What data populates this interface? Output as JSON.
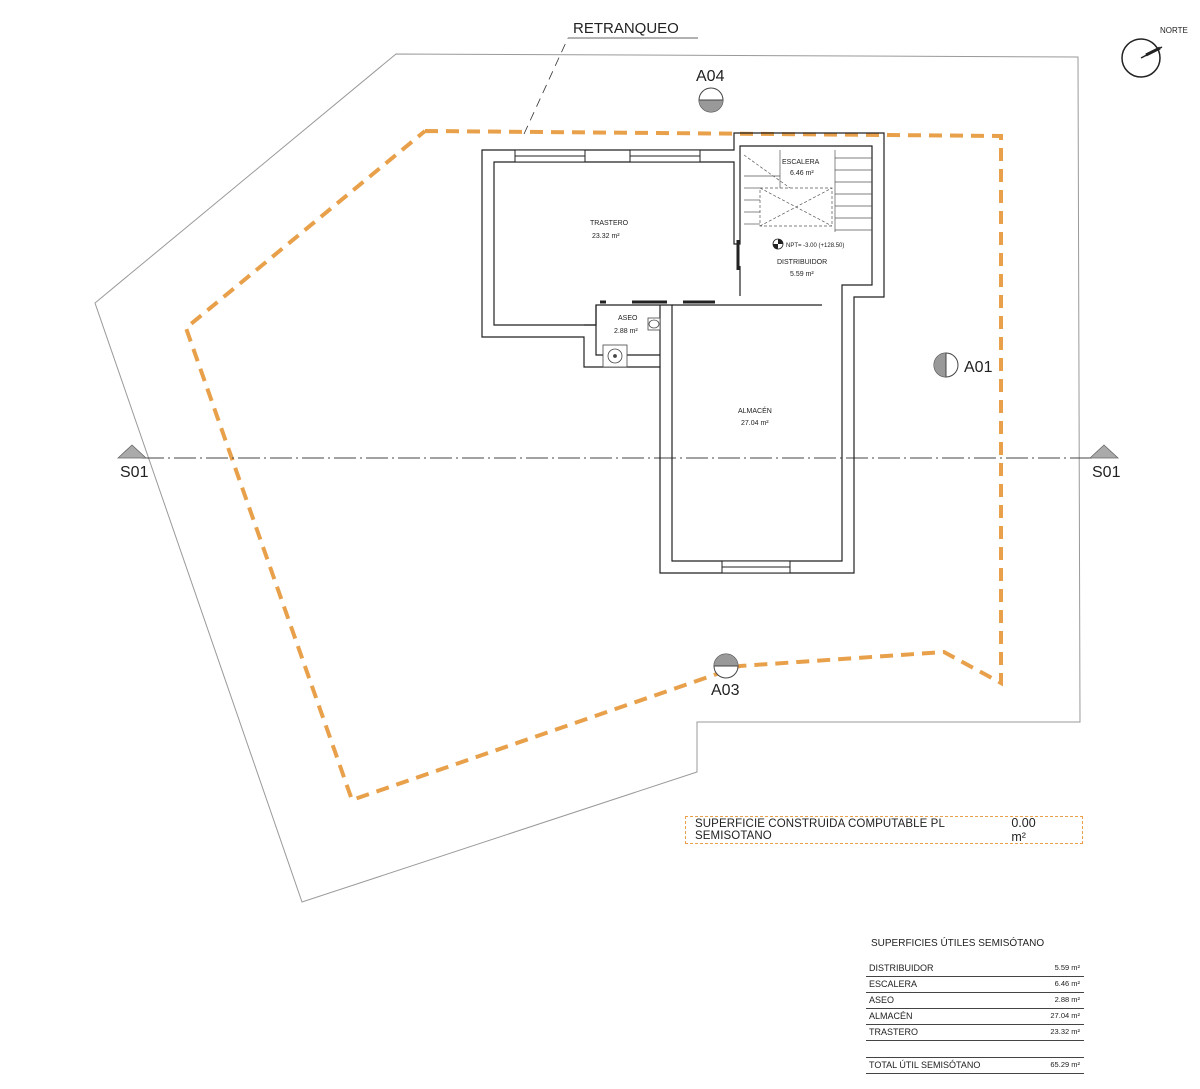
{
  "labels": {
    "retranqueo": "RETRANQUEO",
    "norte": "NORTE",
    "a04": "A04",
    "a03": "A03",
    "a01": "A01",
    "s01_left": "S01",
    "s01_right": "S01"
  },
  "rooms": {
    "trastero": {
      "name": "TRASTERO",
      "area": "23.32 m²"
    },
    "escalera": {
      "name": "ESCALERA",
      "area": "6.46 m²"
    },
    "distribuidor": {
      "name": "DISTRIBUIDOR",
      "area": "5.59 m²"
    },
    "aseo": {
      "name": "ASEO",
      "area": "2.88 m²"
    },
    "almacen": {
      "name": "ALMACÉN",
      "area": "27.04 m²"
    },
    "level_mark": "NPT= -3.00 (+128.50)"
  },
  "summary_box": {
    "label": "SUPERFICIE CONSTRUIDA COMPUTABLE PL SEMISOTANO",
    "value": "0.00 m²"
  },
  "areas_table": {
    "title": "SUPERFICIES ÚTILES SEMISÓTANO",
    "rows": [
      {
        "name": "DISTRIBUIDOR",
        "value": "5.59 m²"
      },
      {
        "name": "ESCALERA",
        "value": "6.46 m²"
      },
      {
        "name": "ASEO",
        "value": "2.88 m²"
      },
      {
        "name": "ALMACÉN",
        "value": "27.04 m²"
      },
      {
        "name": "TRASTERO",
        "value": "23.32 m²"
      }
    ],
    "total": {
      "name": "TOTAL ÚTIL SEMISÓTANO",
      "value": "65.29 m²"
    }
  },
  "colors": {
    "setback_line": "#e8a04a",
    "walls": "#222222",
    "plot": "#888888"
  }
}
